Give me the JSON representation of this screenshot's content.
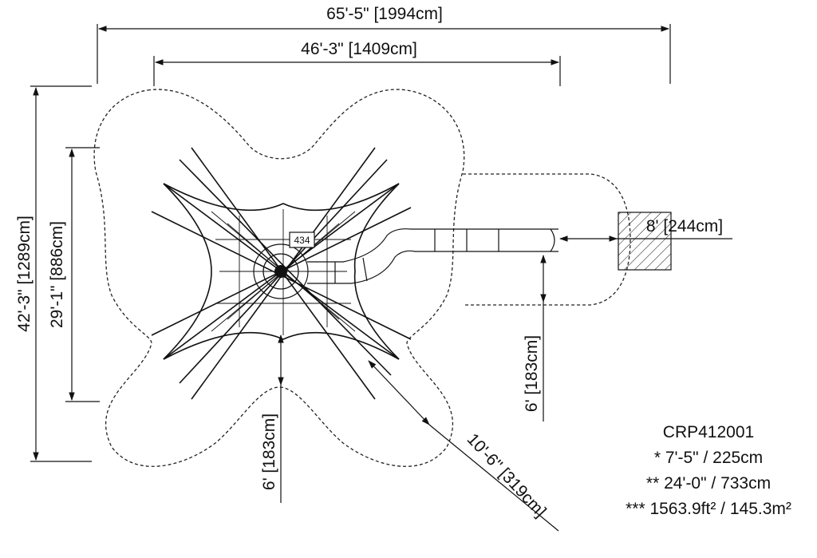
{
  "dimensions": {
    "overall_width": "65'-5\" [1994cm]",
    "inner_width": "46'-3\" [1409cm]",
    "overall_depth": "42'-3\" [1289cm]",
    "inner_depth": "29'-1\" [886cm]",
    "slide_exit": "8' [244cm]",
    "slide_clearance": "6' [183cm]",
    "structure_clearance": "6' [183cm]",
    "diagonal": "10'-6\" [319cm]"
  },
  "component_tag": "434",
  "spec": {
    "model": "CRP412001",
    "line1": "* 7'-5\" / 225cm",
    "line2": "** 24'-0\" / 733cm",
    "line3": "*** 1563.9ft² / 145.3m²"
  },
  "colors": {
    "line": "#111111",
    "background": "#ffffff"
  }
}
